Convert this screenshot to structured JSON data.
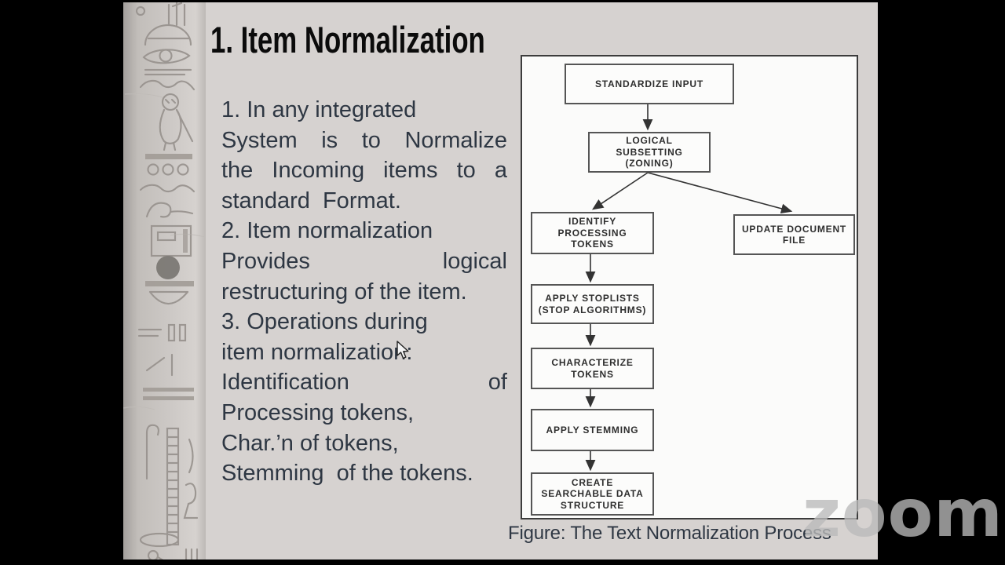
{
  "slide": {
    "title": "1. Item Normalization",
    "body_lines": [
      {
        "text": "1. In any integrated"
      },
      {
        "text": "System is to Normalize"
      },
      {
        "text": "the Incoming items to a"
      },
      {
        "text": "standard  Format."
      },
      {
        "text": "2. Item normalization"
      },
      {
        "text": "Provides logical"
      },
      {
        "text": "restructuring of the item."
      },
      {
        "text": "3. Operations during"
      },
      {
        "text": "item normalization:"
      },
      {
        "text": "Identification of"
      },
      {
        "text": "Processing tokens,"
      },
      {
        "text": "Char.’n of tokens,"
      },
      {
        "text": "Stemming  of the tokens."
      }
    ],
    "background_color": "#d6d2d0",
    "text_color": "#2e3743"
  },
  "flowchart": {
    "boxes": [
      {
        "label": "STANDARDIZE INPUT"
      },
      {
        "label": "LOGICAL\nSUBSETTING\n(ZONING)"
      },
      {
        "label": "IDENTIFY\nPROCESSING\nTOKENS"
      },
      {
        "label": "UPDATE DOCUMENT\nFILE"
      },
      {
        "label": "APPLY STOPLISTS\n(STOP ALGORITHMS)"
      },
      {
        "label": "CHARACTERIZE\nTOKENS"
      },
      {
        "label": "APPLY STEMMING"
      },
      {
        "label": "CREATE\nSEARCHABLE DATA\nSTRUCTURE"
      }
    ],
    "caption": "Figure: The Text Normalization Process"
  },
  "decoration": {
    "left_panel": "egyptian-hieroglyphics-stone-carving"
  },
  "watermark": {
    "text": "zoom"
  }
}
